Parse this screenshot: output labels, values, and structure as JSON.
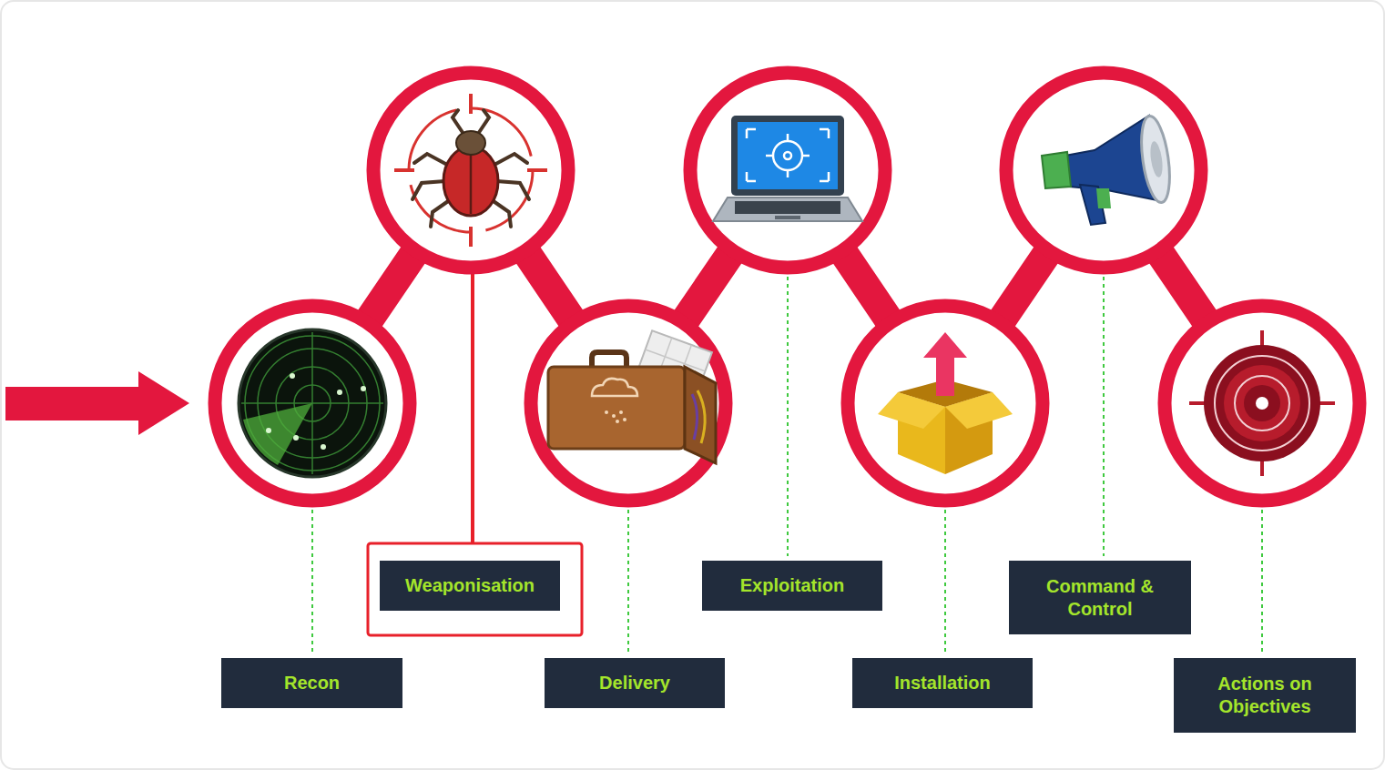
{
  "diagram": {
    "nodes": [
      {
        "text": [
          "Recon"
        ]
      },
      {
        "text": [
          "Weaponisation"
        ]
      },
      {
        "text": [
          "Delivery"
        ]
      },
      {
        "text": [
          "Exploitation"
        ]
      },
      {
        "text": [
          "Installation"
        ]
      },
      {
        "text": [
          "Command & Control"
        ]
      },
      {
        "text": [
          "Actions on Objectives"
        ]
      }
    ]
  }
}
